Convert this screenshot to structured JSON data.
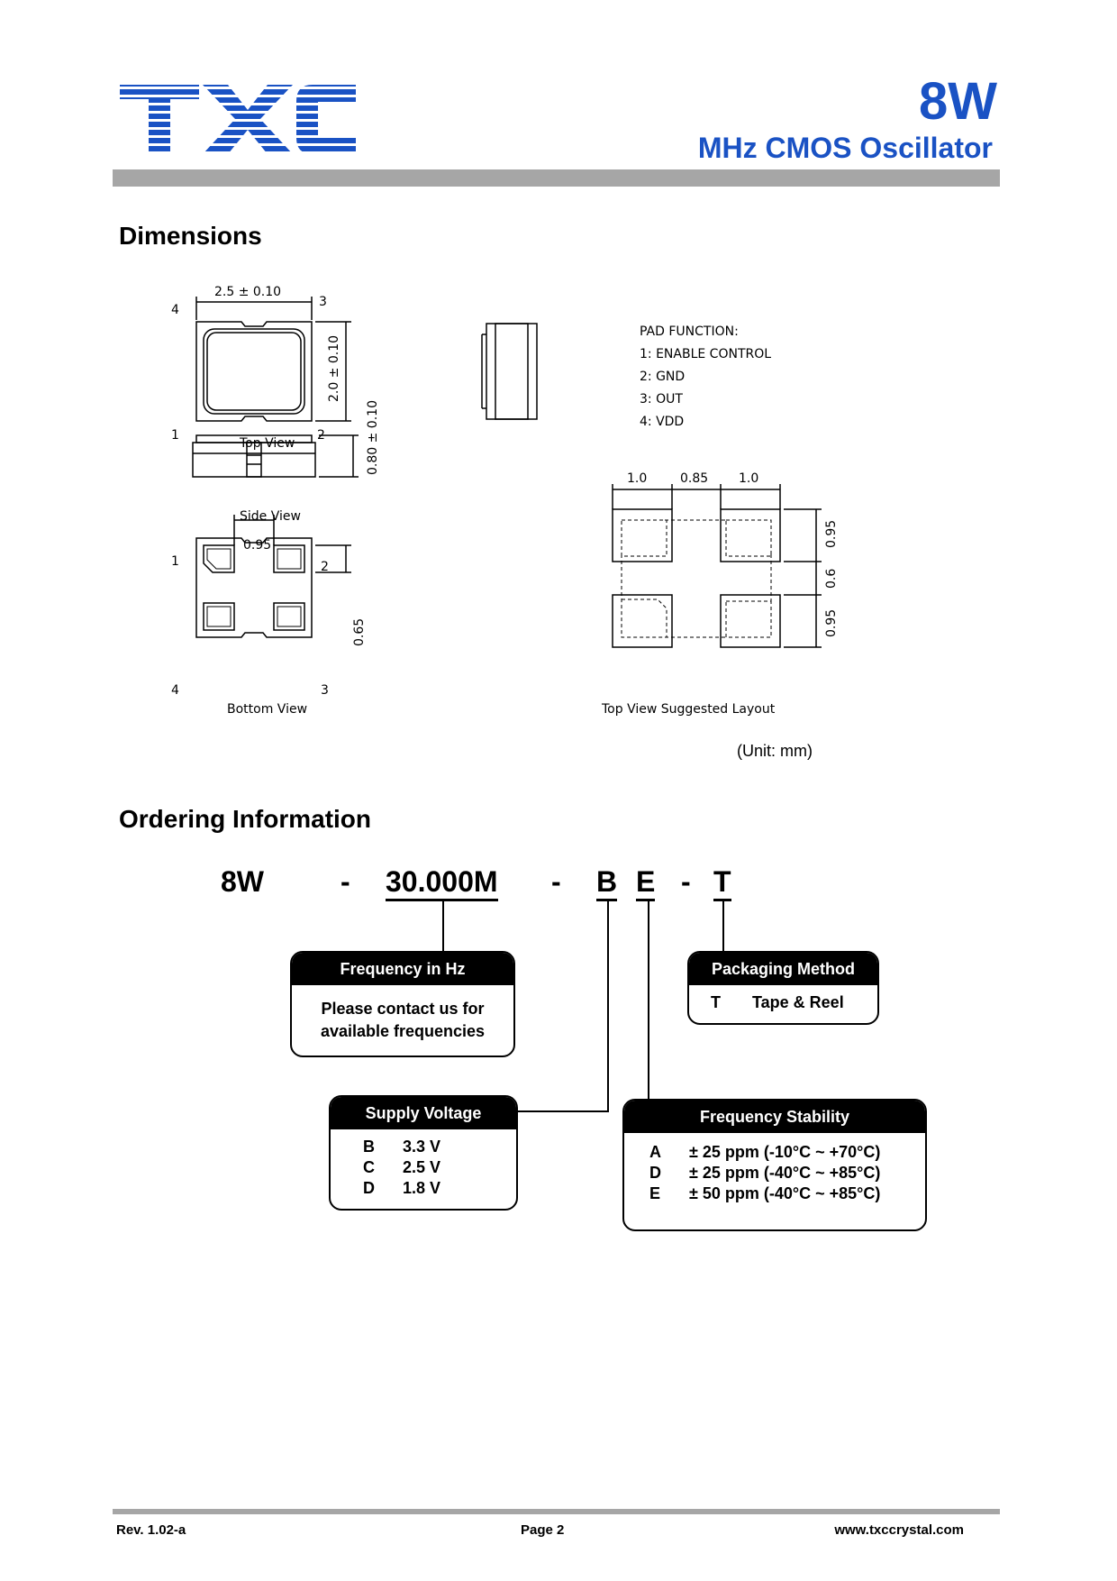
{
  "header": {
    "logo_text": "TXC",
    "title": "8W",
    "subtitle": "MHz CMOS Oscillator"
  },
  "dimensions": {
    "heading": "Dimensions",
    "top_view": {
      "label": "Top View",
      "width": "2.5 ± 0.10",
      "height": "2.0 ± 0.10",
      "pins": [
        "1",
        "2",
        "3",
        "4"
      ]
    },
    "side_view": {
      "label": "Side View",
      "thickness": "0.80 ± 0.10"
    },
    "bottom_view": {
      "label": "Bottom View",
      "pad_gap": "0.95",
      "pad_height": "0.65",
      "pins": [
        "1",
        "2",
        "3",
        "4"
      ]
    },
    "pad_function": {
      "title": "PAD FUNCTION:",
      "items": [
        "1: ENABLE CONTROL",
        "2: GND",
        "3: OUT",
        "4: VDD"
      ]
    },
    "layout": {
      "label": "Top View Suggested Layout",
      "widths": [
        "1.0",
        "0.85",
        "1.0"
      ],
      "heights": [
        "0.95",
        "0.6",
        "0.95"
      ]
    },
    "unit": "(Unit: mm)"
  },
  "ordering": {
    "heading": "Ordering Information",
    "code": {
      "prefix": "8W",
      "dash1": "-",
      "freq": "30.000M",
      "dash2": "-",
      "voltage": "B",
      "stability": "E",
      "dash3": "-",
      "packaging": "T"
    },
    "frequency": {
      "title": "Frequency in Hz",
      "text": [
        "Please contact us for",
        "available frequencies"
      ]
    },
    "packaging": {
      "title": "Packaging Method",
      "items": [
        {
          "code": "T",
          "value": "Tape & Reel"
        }
      ]
    },
    "voltage": {
      "title": "Supply Voltage",
      "items": [
        {
          "code": "B",
          "value": "3.3 V"
        },
        {
          "code": "C",
          "value": "2.5 V"
        },
        {
          "code": "D",
          "value": "1.8 V"
        }
      ]
    },
    "stability": {
      "title": "Frequency Stability",
      "items": [
        {
          "code": "A",
          "value": "± 25 ppm  (-10°C ~ +70°C)"
        },
        {
          "code": "D",
          "value": "± 25 ppm  (-40°C ~ +85°C)"
        },
        {
          "code": "E",
          "value": "± 50 ppm  (-40°C ~ +85°C)"
        }
      ]
    }
  },
  "footer": {
    "rev": "Rev. 1.02-a",
    "page": "Page 2",
    "website": "www.txccrystal.com"
  },
  "colors": {
    "brand_blue": "#1a52c4",
    "rule_gray": "#a6a6a6"
  }
}
